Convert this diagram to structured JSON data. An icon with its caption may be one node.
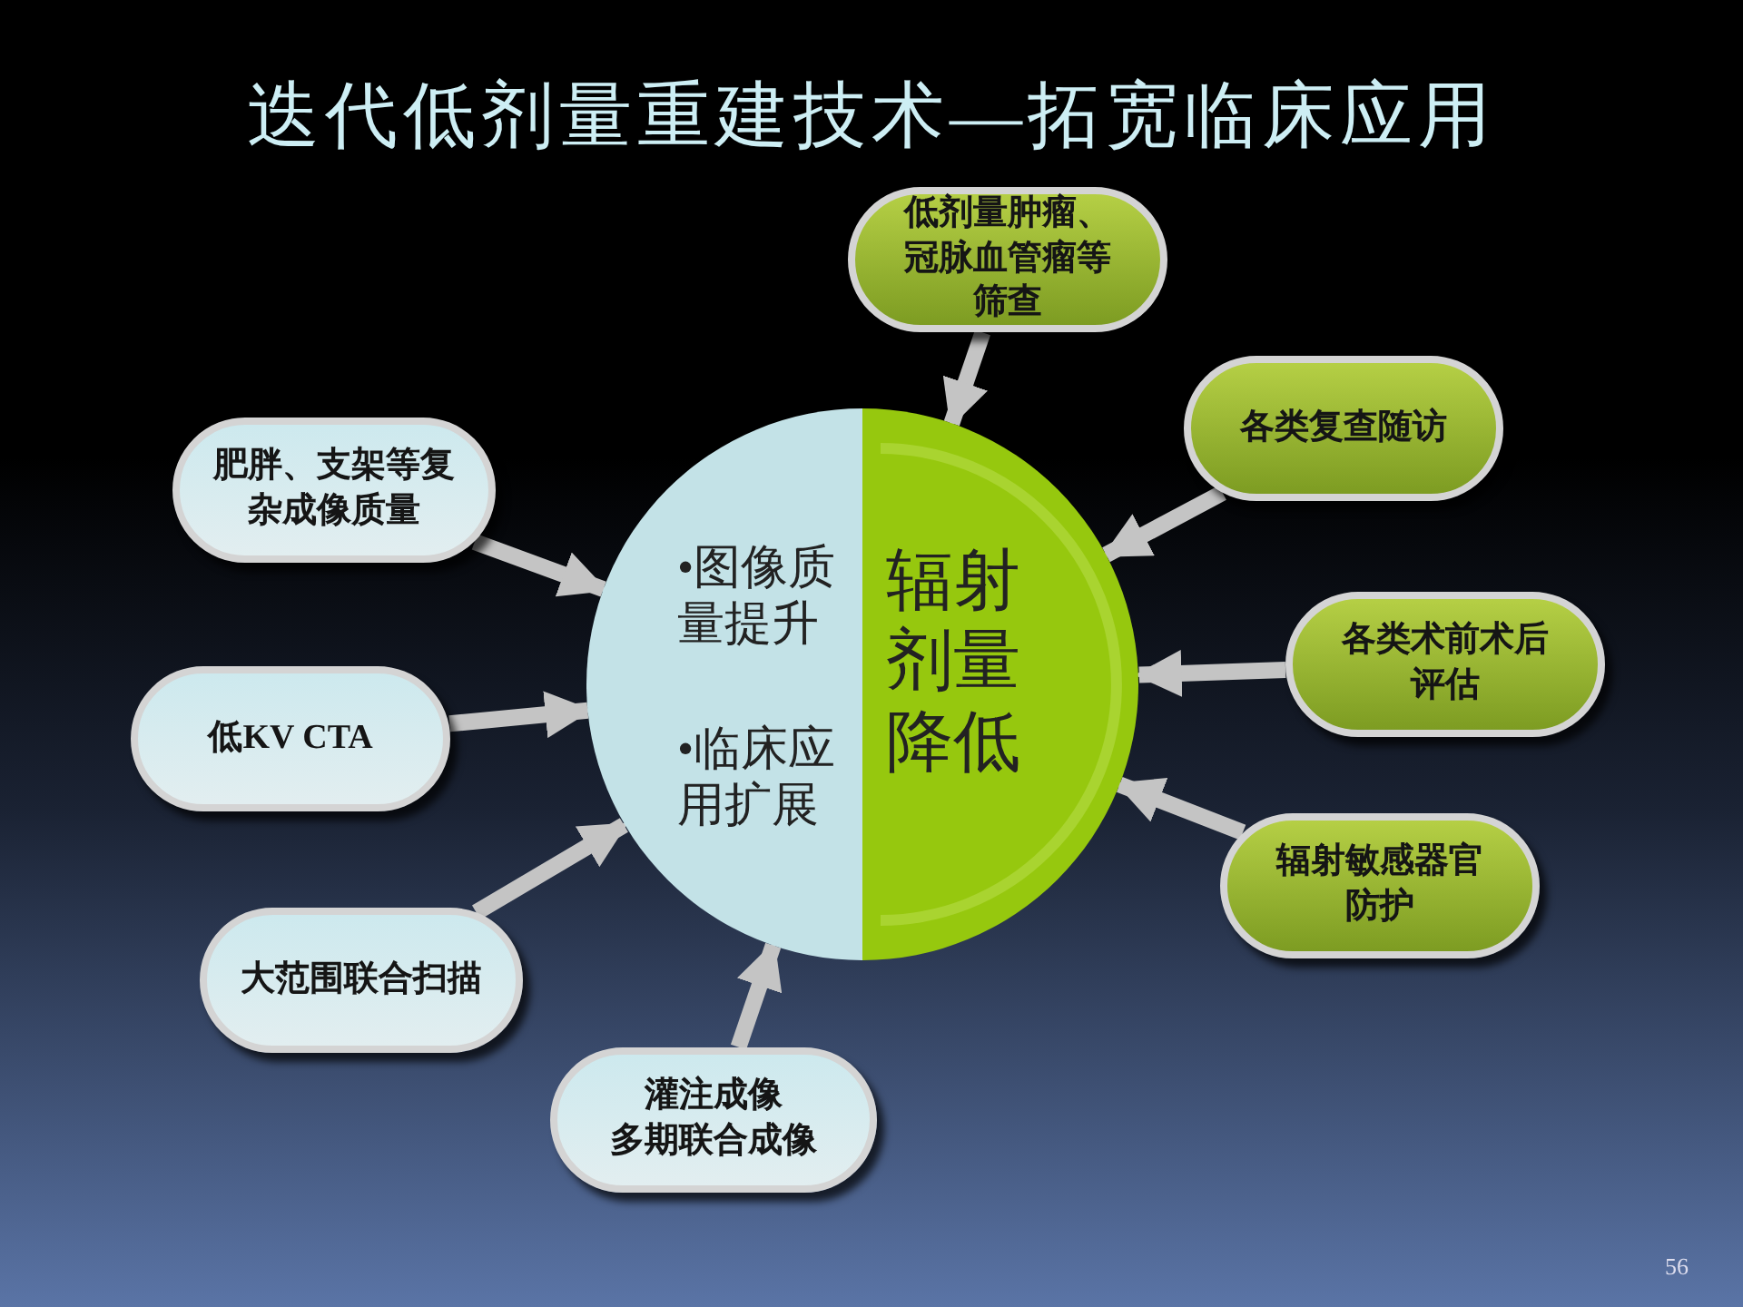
{
  "diagram": {
    "title": "迭代低剂量重建技术—拓宽临床应用",
    "nodes": [
      {
        "text": [
          "•图像质量提升",
          "•临床应用扩展",
          "辐射剂量降低"
        ]
      },
      {
        "text": [
          "低剂量肿瘤、冠脉血管瘤等筛查"
        ]
      },
      {
        "text": [
          "各类复查随访"
        ]
      },
      {
        "text": [
          "各类术前术后评估"
        ]
      },
      {
        "text": [
          "辐射敏感器官防护"
        ]
      },
      {
        "text": [
          "灌注成像",
          "多期联合成像"
        ]
      },
      {
        "text": [
          "大范围联合扫描"
        ]
      },
      {
        "text": [
          "低KV CTA"
        ]
      },
      {
        "text": [
          "肥胖、支架等复杂成像质量"
        ]
      }
    ],
    "edges": [
      {
        "from": 1,
        "to": 0,
        "arrow": "to"
      },
      {
        "from": 2,
        "to": 0,
        "arrow": "to"
      },
      {
        "from": 3,
        "to": 0,
        "arrow": "to"
      },
      {
        "from": 4,
        "to": 0,
        "arrow": "to"
      },
      {
        "from": 5,
        "to": 0,
        "arrow": "to"
      },
      {
        "from": 6,
        "to": 0,
        "arrow": "to"
      },
      {
        "from": 7,
        "to": 0,
        "arrow": "to"
      },
      {
        "from": 8,
        "to": 0,
        "arrow": "to"
      }
    ],
    "labels": [
      "56"
    ]
  }
}
